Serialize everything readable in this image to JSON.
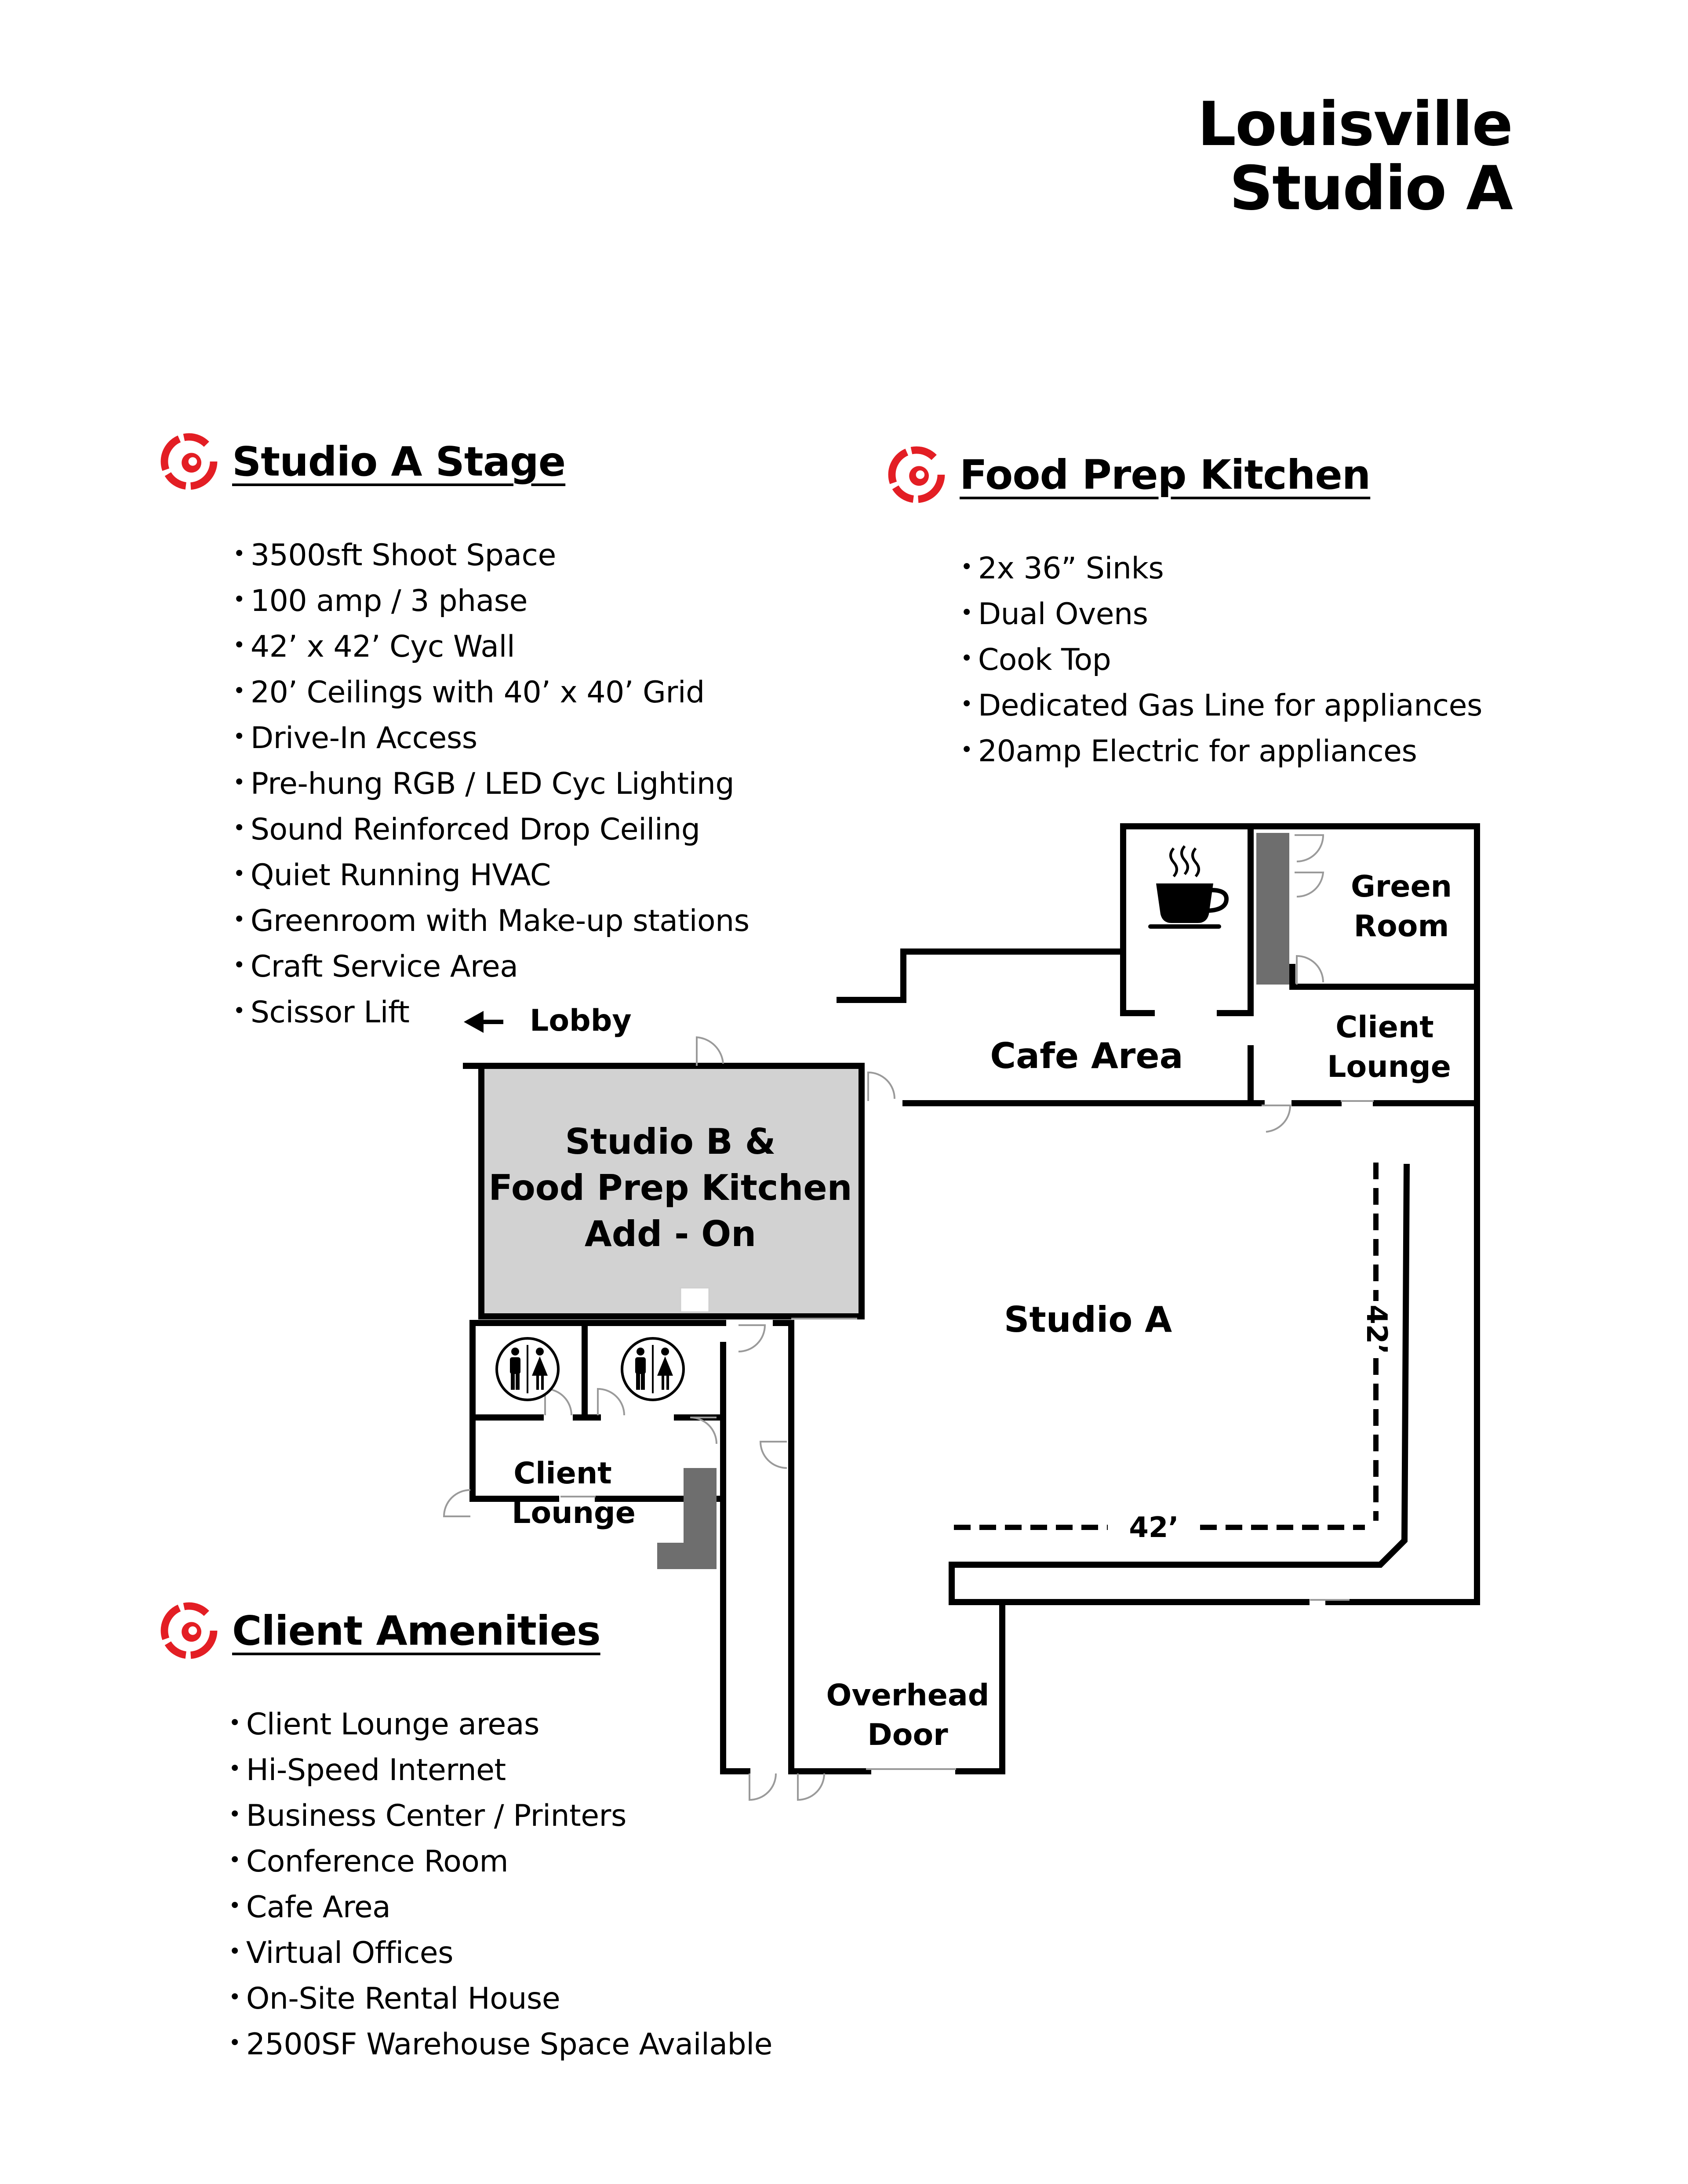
{
  "title": {
    "line1": "Louisville",
    "line2": "Studio A"
  },
  "brand_color": "#e31e24",
  "sections": {
    "stage": {
      "heading": "Studio A Stage",
      "icon": "brand-logo-icon",
      "items": [
        "3500sft Shoot Space",
        "100 amp / 3 phase",
        "42’ x 42’ Cyc Wall",
        "20’ Ceilings with 40’ x 40’ Grid",
        "Drive-In Access",
        "Pre-hung RGB / LED Cyc Lighting",
        "Sound Reinforced Drop Ceiling",
        "Quiet Running HVAC",
        "Greenroom with Make-up stations",
        "Craft Service Area",
        "Scissor Lift"
      ]
    },
    "kitchen": {
      "heading": "Food Prep Kitchen",
      "icon": "brand-logo-icon",
      "items": [
        "2x 36” Sinks",
        "Dual Ovens",
        "Cook Top",
        "Dedicated Gas Line for appliances",
        "20amp Electric for appliances"
      ]
    },
    "amenities": {
      "heading": "Client Amenities",
      "icon": "brand-logo-icon",
      "items": [
        "Client Lounge areas",
        "Hi-Speed Internet",
        "Business Center / Printers",
        "Conference Room",
        "Cafe Area",
        "Virtual Offices",
        "On-Site Rental House",
        "2500SF Warehouse Space Available"
      ]
    }
  },
  "floorplan": {
    "lobby": "Lobby",
    "cafe_area": "Cafe Area",
    "green_room": {
      "line1": "Green",
      "line2": "Room"
    },
    "client_lounge_top": {
      "line1": "Client",
      "line2": "Lounge"
    },
    "studio_b": {
      "line1": "Studio B &",
      "line2": "Food Prep Kitchen",
      "line3": "Add - On"
    },
    "studio_a": "Studio A",
    "cyc_width": "42’",
    "cyc_depth": "42’",
    "client_lounge_bottom": {
      "line1": "Client",
      "line2": "Lounge"
    },
    "overhead_door": {
      "line1": "Overhead",
      "line2": "Door"
    },
    "icons": [
      "coffee-cup-icon",
      "restroom-icon",
      "restroom-icon",
      "arrow-left-icon"
    ],
    "colors": {
      "wall": "#000000",
      "studio_b_fill": "#d2d2d2",
      "stairs": "#6e6e6e"
    }
  }
}
